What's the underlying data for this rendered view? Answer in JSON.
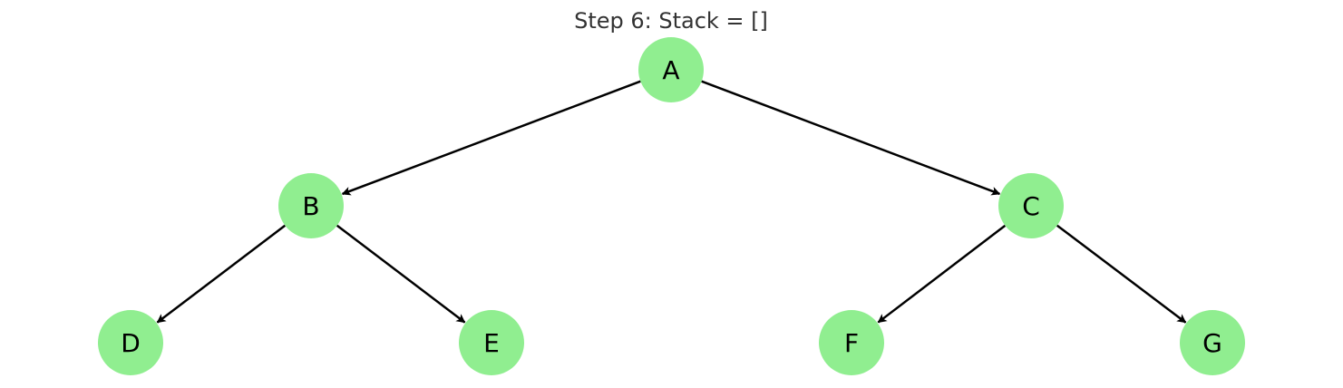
{
  "title": "Step 6: Stack = []",
  "colors": {
    "node_fill": "#90EE90",
    "edge": "#000000",
    "title": "#333333",
    "label": "#000000"
  },
  "nodes": [
    {
      "id": "A",
      "label": "A"
    },
    {
      "id": "B",
      "label": "B"
    },
    {
      "id": "C",
      "label": "C"
    },
    {
      "id": "D",
      "label": "D"
    },
    {
      "id": "E",
      "label": "E"
    },
    {
      "id": "F",
      "label": "F"
    },
    {
      "id": "G",
      "label": "G"
    }
  ],
  "edges": [
    {
      "from": "A",
      "to": "B"
    },
    {
      "from": "A",
      "to": "C"
    },
    {
      "from": "B",
      "to": "D"
    },
    {
      "from": "B",
      "to": "E"
    },
    {
      "from": "C",
      "to": "F"
    },
    {
      "from": "C",
      "to": "G"
    }
  ],
  "stack": []
}
